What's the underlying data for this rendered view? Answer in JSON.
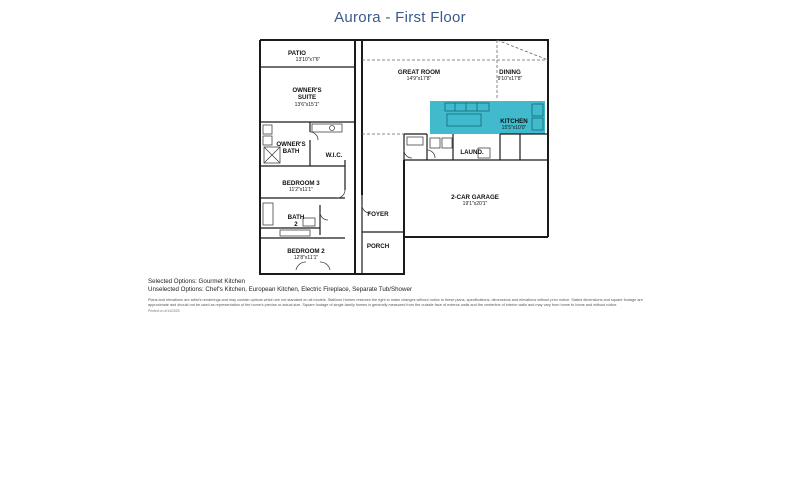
{
  "title": "Aurora - First Floor",
  "rooms": {
    "patio": {
      "name": "PATIO",
      "dim": "13'10\"x7'6\""
    },
    "owners_suite": {
      "name1": "OWNER'S",
      "name2": "SUITE",
      "dim": "13'6\"x15'1\""
    },
    "great_room": {
      "name": "GREAT ROOM",
      "dim": "14'9\"x17'8\""
    },
    "dining": {
      "name": "DINING",
      "dim": "9'10\"x17'8\""
    },
    "kitchen": {
      "name": "KITCHEN",
      "dim": "15'5\"x10'0\""
    },
    "owners_bath": {
      "name1": "OWNER'S",
      "name2": "BATH"
    },
    "wic": {
      "name": "W.I.C."
    },
    "laundry": {
      "name": "LAUND."
    },
    "bedroom3": {
      "name": "BEDROOM 3",
      "dim": "11'2\"x11'1\""
    },
    "garage": {
      "name": "2-CAR GARAGE",
      "dim": "19'1\"x20'1\""
    },
    "bath2": {
      "name1": "BATH",
      "name2": "2"
    },
    "foyer": {
      "name": "FOYER"
    },
    "porch": {
      "name": "PORCH"
    },
    "bedroom2": {
      "name": "BEDROOM 2",
      "dim": "12'8\"x11'1\""
    }
  },
  "options": {
    "selected": "Selected Options: Gourmet Kitchen",
    "unselected": "Unselected Options: Chef's Kitchen, European Kitchen, Electric Fireplace, Separate Tub/Shower"
  },
  "disclaimer": "Plans and elevations are artist's renderings and may contain options which are not standard on all models. Stallions Homes reserves the right to make changes without notice to these plans, specifications, dimensions and elevations without prior notice. Stated dimensions and square footage are approximate and should not be used as representation of the home's precise or actual size. Square footage of single-family homes is generally measured from the outside face of exterior walls and the centerline of interior walls and may vary from home to home and without notice.",
  "disclaimer_tail": "Printed on 4/14/2025",
  "colors": {
    "title": "#3c5a8a",
    "kitchen_highlight": "#2bb3c6",
    "walls": "#1b1b1b"
  }
}
